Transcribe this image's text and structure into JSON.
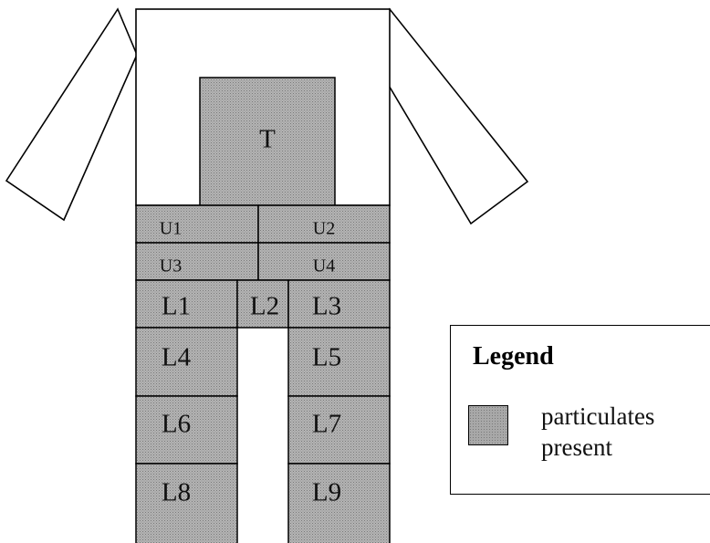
{
  "colors": {
    "particulates_fill": "#a8a8a8",
    "outline": "#000000",
    "background": "#ffffff"
  },
  "zones": {
    "T": "T",
    "U1": "U1",
    "U2": "U2",
    "U3": "U3",
    "U4": "U4",
    "L1": "L1",
    "L2": "L2",
    "L3": "L3",
    "L4": "L4",
    "L5": "L5",
    "L6": "L6",
    "L7": "L7",
    "L8": "L8",
    "L9": "L9"
  },
  "legend": {
    "title": "Legend",
    "entry_label": "particulates present",
    "swatch_meaning": "particulates present"
  }
}
